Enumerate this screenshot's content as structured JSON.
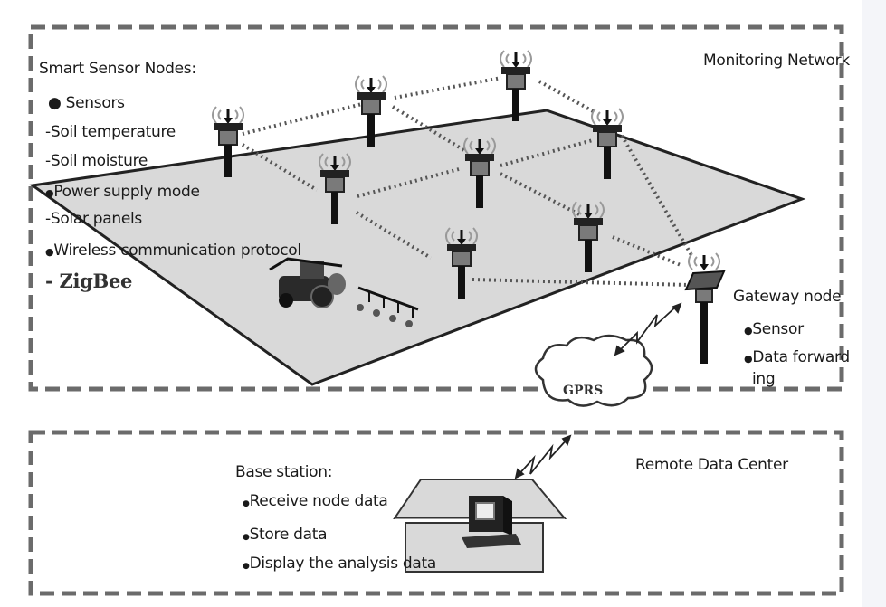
{
  "monitoring_network": {
    "title": "Monitoring Network",
    "smart_nodes": {
      "heading": "Smart Sensor Nodes:",
      "items": [
        {
          "bullet": "●",
          "text": "Sensors"
        },
        {
          "bullet": "-",
          "text": "Soil temperature"
        },
        {
          "bullet": "-",
          "text": "Soil moisture"
        },
        {
          "bullet": "●",
          "text": "Power supply mode"
        },
        {
          "bullet": "-",
          "text": "Solar panels"
        },
        {
          "bullet": "●",
          "text": "Wireless communication protocol"
        },
        {
          "bullet": "-",
          "text": "ZigBee"
        }
      ]
    },
    "gateway": {
      "heading": "Gateway node",
      "items": [
        {
          "bullet": "●",
          "text": "Sensor"
        },
        {
          "bullet": "●",
          "text": "Data forward"
        },
        {
          "bullet": "",
          "text": "ing"
        }
      ]
    }
  },
  "link": {
    "label": "GPRS"
  },
  "remote_center": {
    "title": "Remote Data Center",
    "base_station": {
      "heading": "Base station:",
      "items": [
        {
          "bullet": "●",
          "text": "Receive node data"
        },
        {
          "bullet": "●",
          "text": "Store data"
        },
        {
          "bullet": "●",
          "text": "Display the analysis data"
        }
      ]
    }
  },
  "colors": {
    "dash": "#6b6b6b",
    "field": "#d9d9d9",
    "node_body": "#7a7a7a",
    "ink": "#111111"
  }
}
